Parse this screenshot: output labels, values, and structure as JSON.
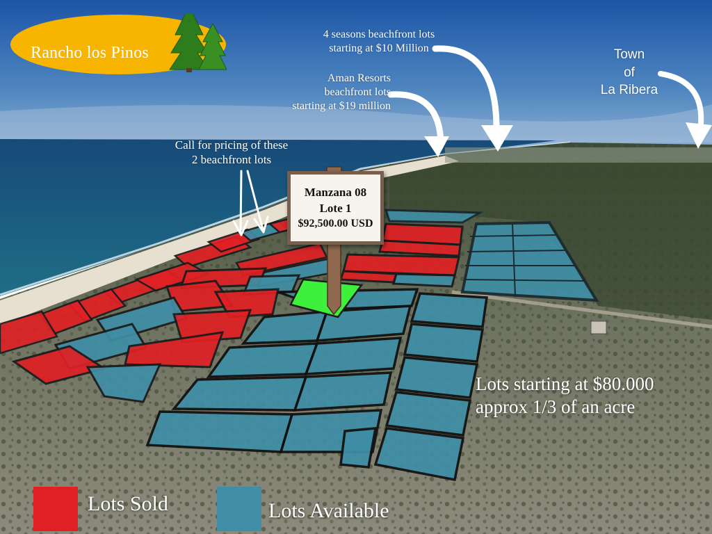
{
  "logo": {
    "title": "Rancho los Pinos",
    "icon": "pine-trees-icon",
    "ellipse_color": "#f7b500"
  },
  "sign": {
    "line1": "Manzana 08",
    "line2": "Lote 1",
    "line3": "$92,500.00 USD"
  },
  "annotations": {
    "call_pricing": [
      "Call for pricing of these",
      "2 beachfront lots"
    ],
    "aman": [
      "Aman Resorts",
      "beachfront lots",
      "starting at $19 million"
    ],
    "four_seasons": [
      "4 seasons beachfront lots",
      "starting at $10 Million"
    ],
    "town": [
      "Town",
      "of",
      "La Ribera"
    ],
    "lots_info": [
      "Lots starting at $80.000",
      "approx 1/3 of an acre"
    ]
  },
  "legend": [
    {
      "label": "Lots Sold",
      "color": "#e02024"
    },
    {
      "label": "Lots Available",
      "color": "#3f8ea6"
    }
  ],
  "colors": {
    "sold": "#e02024",
    "available": "#3f8ea6",
    "selected": "#3cf03c",
    "sky": "#2a66ad",
    "sea": "#17436a"
  }
}
